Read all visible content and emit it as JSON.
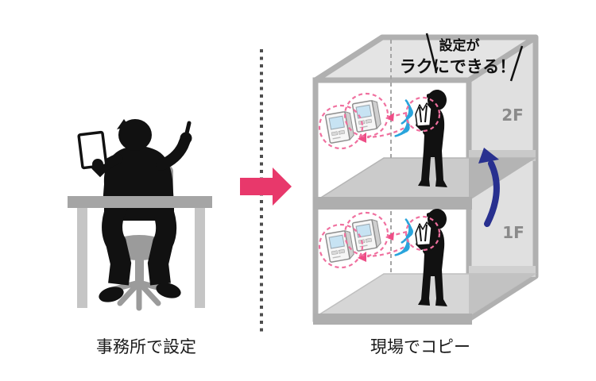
{
  "diagram": {
    "left_scene": {
      "caption": "事務所で設定"
    },
    "right_scene": {
      "caption": "現場でコピー",
      "callout": {
        "line1": "設定が",
        "line2": "ラクにできる！"
      },
      "floors": {
        "second": "2F",
        "first": "1F"
      }
    }
  },
  "colors": {
    "accent_pink": "#E8386B",
    "dashed_pink": "#F0709F",
    "arrowhead_pink": "#EE4D86",
    "wifi_blue": "#29A4DC",
    "navy_blue": "#28308F",
    "building_frame_gray": "#B0B0B0",
    "silhouette_black": "#111111"
  },
  "icons": {
    "flow_arrow": "arrow-right-icon",
    "divider": "dotted-vertical-divider",
    "wireless": "wifi-waves-icon",
    "floor_up": "curved-arrow-up-icon",
    "controller": "wall-controller-icon"
  }
}
